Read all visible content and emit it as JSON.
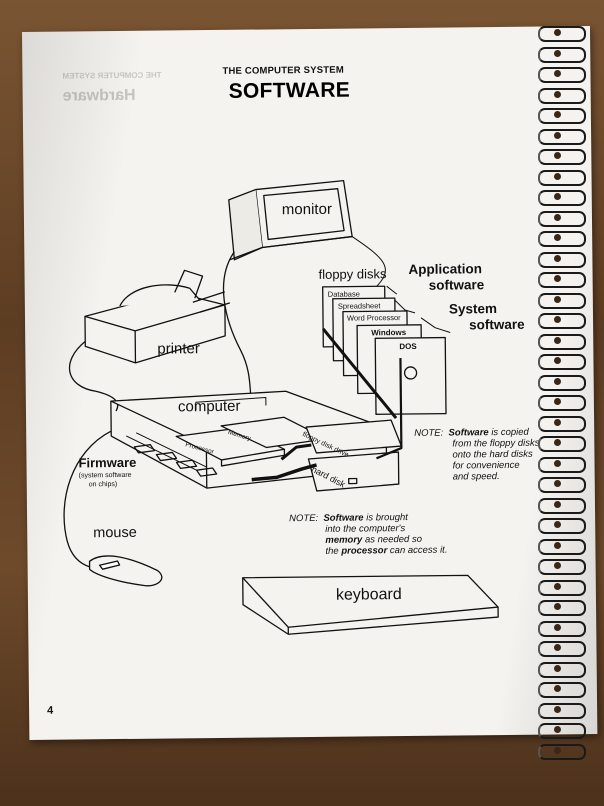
{
  "header": {
    "kicker": "THE COMPUTER SYSTEM",
    "title": "SOFTWARE"
  },
  "labels": {
    "monitor": "monitor",
    "printer": "printer",
    "computer": "computer",
    "mouse": "mouse",
    "keyboard": "keyboard",
    "floppy_disks": "floppy disks",
    "application_software": [
      "Application",
      "software"
    ],
    "system_software": [
      "System",
      "software"
    ],
    "firmware": "Firmware",
    "firmware_sub": [
      "(system software",
      "on chips)"
    ],
    "floppy_disk_drive": "floppy disk drive",
    "hard_disk": "hard disk",
    "disks": [
      "Database",
      "Spreadsheet",
      "Word Processor",
      "Windows",
      "DOS"
    ],
    "chip_labels": [
      "Memory",
      "Processor"
    ]
  },
  "notes": {
    "right": {
      "prefix": "NOTE:",
      "bold": "Software",
      "lines": [
        " is copied",
        "from the floppy disks",
        "onto the hard disks",
        "for convenience",
        "and speed."
      ]
    },
    "bottom": {
      "prefix": "NOTE:",
      "bold1": "Software",
      "l1": " is brought",
      "l2": "into the computer's",
      "bold2": "memory",
      "l3": " as needed so",
      "l4a": "the ",
      "bold3": "processor",
      "l4b": " can access it."
    }
  },
  "page_number": "4"
}
